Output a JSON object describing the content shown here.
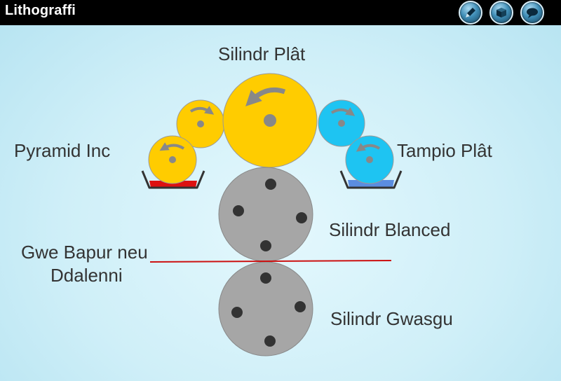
{
  "app": {
    "title": "Lithograffi"
  },
  "toolbar": {
    "buttons": [
      {
        "name": "pencil-button",
        "icon": "pencil-icon"
      },
      {
        "name": "cube-button",
        "icon": "cube-icon"
      },
      {
        "name": "speech-button",
        "icon": "speech-bubble-icon"
      }
    ]
  },
  "labels": {
    "plate_cylinder": "Silindr Plât",
    "ink_pyramid": "Pyramid Inc",
    "plate_damping": "Tampio Plât",
    "blanket_cylinder": "Silindr Blanced",
    "paper_web_line1": "Gwe Bapur neu",
    "paper_web_line2": "Ddalenni",
    "impression_cylinder": "Silindr Gwasgu"
  },
  "colors": {
    "ink_roller": "#ffcc00",
    "damping_roller": "#1ec4f2",
    "print_cylinder": "#a6a6a6",
    "ink_tray": "#dd1111",
    "water_tray": "#5b8de0",
    "paper_web": "#cc1111",
    "arrow": "#888888"
  }
}
